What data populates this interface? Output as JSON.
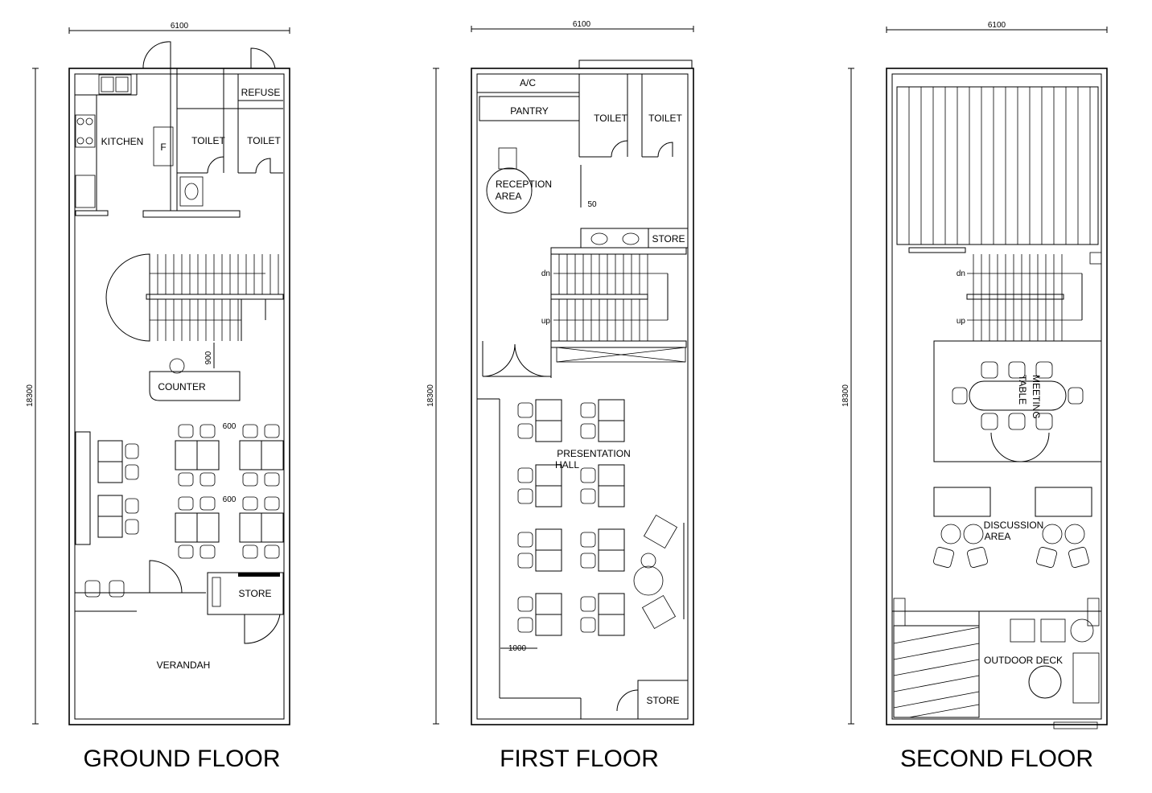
{
  "dims": {
    "width": "6100",
    "length": "18300"
  },
  "floors": {
    "ground": {
      "title": "GROUND  FLOOR",
      "rooms": {
        "kitchen": "KITCHEN",
        "fridge": "F",
        "toilet1": "TOILET",
        "toilet2": "TOILET",
        "refuse": "REFUSE",
        "counter": "COUNTER",
        "store": "STORE",
        "verandah": "VERANDAH"
      },
      "dims": {
        "d900": "900",
        "d600a": "600",
        "d600b": "600"
      }
    },
    "first": {
      "title": "FIRST FLOOR",
      "rooms": {
        "ac": "A/C",
        "pantry": "PANTRY",
        "toilet1": "TOILET",
        "toilet2": "TOILET",
        "reception1": "RECEPTION",
        "reception2": "AREA",
        "store_top": "STORE",
        "hall1": "PRESENTATION",
        "hall2": "HALL",
        "store_bottom": "STORE"
      },
      "dims": {
        "d50": "50",
        "d1000": "1000"
      },
      "stairs": {
        "dn": "dn",
        "up": "up"
      }
    },
    "second": {
      "title": "SECOND  FLOOR",
      "rooms": {
        "meeting1": "MEETING",
        "meeting2": "TABLE",
        "discussion1": "DISCUSSION",
        "discussion2": "AREA",
        "outdoor": "OUTDOOR DECK"
      },
      "stairs": {
        "dn": "dn",
        "up": "up"
      }
    }
  }
}
